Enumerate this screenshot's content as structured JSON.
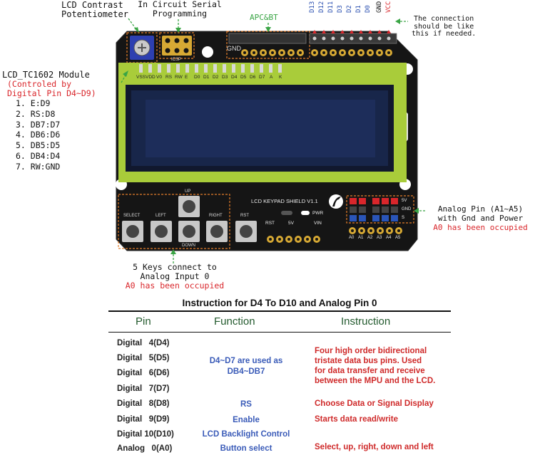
{
  "annotations": {
    "lcd_contrast": [
      "LCD  Contrast",
      "Potentiometer"
    ],
    "icsp": [
      "In Circuit Serial",
      "Programming"
    ],
    "apc_bt": "APC&BT",
    "connection_note": [
      "The connection",
      "should be like",
      "this if needed."
    ],
    "lcd_module_title": "LCD_TC1602 Module",
    "lcd_module_control": [
      "(Controled by",
      "Digital Pin D4~D9)"
    ],
    "lcd_pins": [
      "1. E:D9",
      "2. RS:D8",
      "3. DB7:D7",
      "4. DB6:D6",
      "5. DB5:D5",
      "6. DB4:D4",
      "7. RW:GND"
    ],
    "keys": [
      "5 Keys connect to",
      "Analog Input 0"
    ],
    "keys_note": "A0 has been occupied",
    "analog": [
      "Analog Pin (A1~A5)",
      "with Gnd and Power"
    ],
    "analog_note": "A0 has been occupied"
  },
  "board": {
    "header_top_labels": [
      "D13",
      "D12",
      "D11",
      "D3",
      "D2",
      "D1",
      "D0"
    ],
    "gnd_label": "GND",
    "vcc_label": "VCC",
    "icsp_label": "ICSP",
    "gnd_header_label": "GND",
    "lcd_pin_labels": [
      "VSS",
      "VDD",
      "V0",
      "RS",
      "RW",
      "E",
      "D0",
      "D1",
      "D2",
      "D3",
      "D4",
      "D5",
      "D6",
      "D7",
      "A",
      "K"
    ],
    "shield_name": "LCD KEYPAD SHIELD V1.1",
    "button_labels": [
      "UP",
      "SELECT",
      "LEFT",
      "RIGHT",
      "DOWN",
      "RST"
    ],
    "pwr_label": "PWR",
    "power_pins": [
      "RST",
      "5V",
      "VIN"
    ],
    "analog_pins": [
      "A0",
      "A1",
      "A2",
      "A3",
      "A4",
      "A5"
    ],
    "side_labels": [
      "5V",
      "GND",
      "S"
    ]
  },
  "table": {
    "title": "Instruction for D4 To D10 and Analog Pin 0",
    "headers": [
      "Pin",
      "Function",
      "Instruction"
    ],
    "pins": [
      "Digital   4(D4)",
      "Digital   5(D5)",
      "Digital   6(D6)",
      "Digital   7(D7)",
      "Digital   8(D8)",
      "Digital   9(D9)",
      "Digital 10(D10)",
      "Analog   0(A0)"
    ],
    "func_data": [
      "D4~D7 are used as",
      "DB4~DB7"
    ],
    "func_rs": "RS",
    "func_enable": "Enable",
    "func_backlight": "LCD Backlight Control",
    "func_button": "Button select",
    "instr_data": [
      "Four high order bidirectional",
      "tristate data bus pins. Used",
      "for data transfer and receive",
      "between the MPU and the LCD."
    ],
    "instr_rs": "Choose Data or Signal Display",
    "instr_enable": "Starts data read/write",
    "instr_button": "Select, up, right, down and left"
  },
  "colors": {
    "pcb": "#151515",
    "lcd_bezel": "#a9cc3a",
    "lcd_screen": "#18264a",
    "header_gold": "#d7a934",
    "annotation_red": "#d9262b",
    "arrow_green": "#3aa545",
    "pin_label_blue": "#2a4fb0",
    "table_header_green": "#235a2e",
    "function_blue": "#3a5bb8",
    "instruction_red": "#cf2a2a"
  }
}
